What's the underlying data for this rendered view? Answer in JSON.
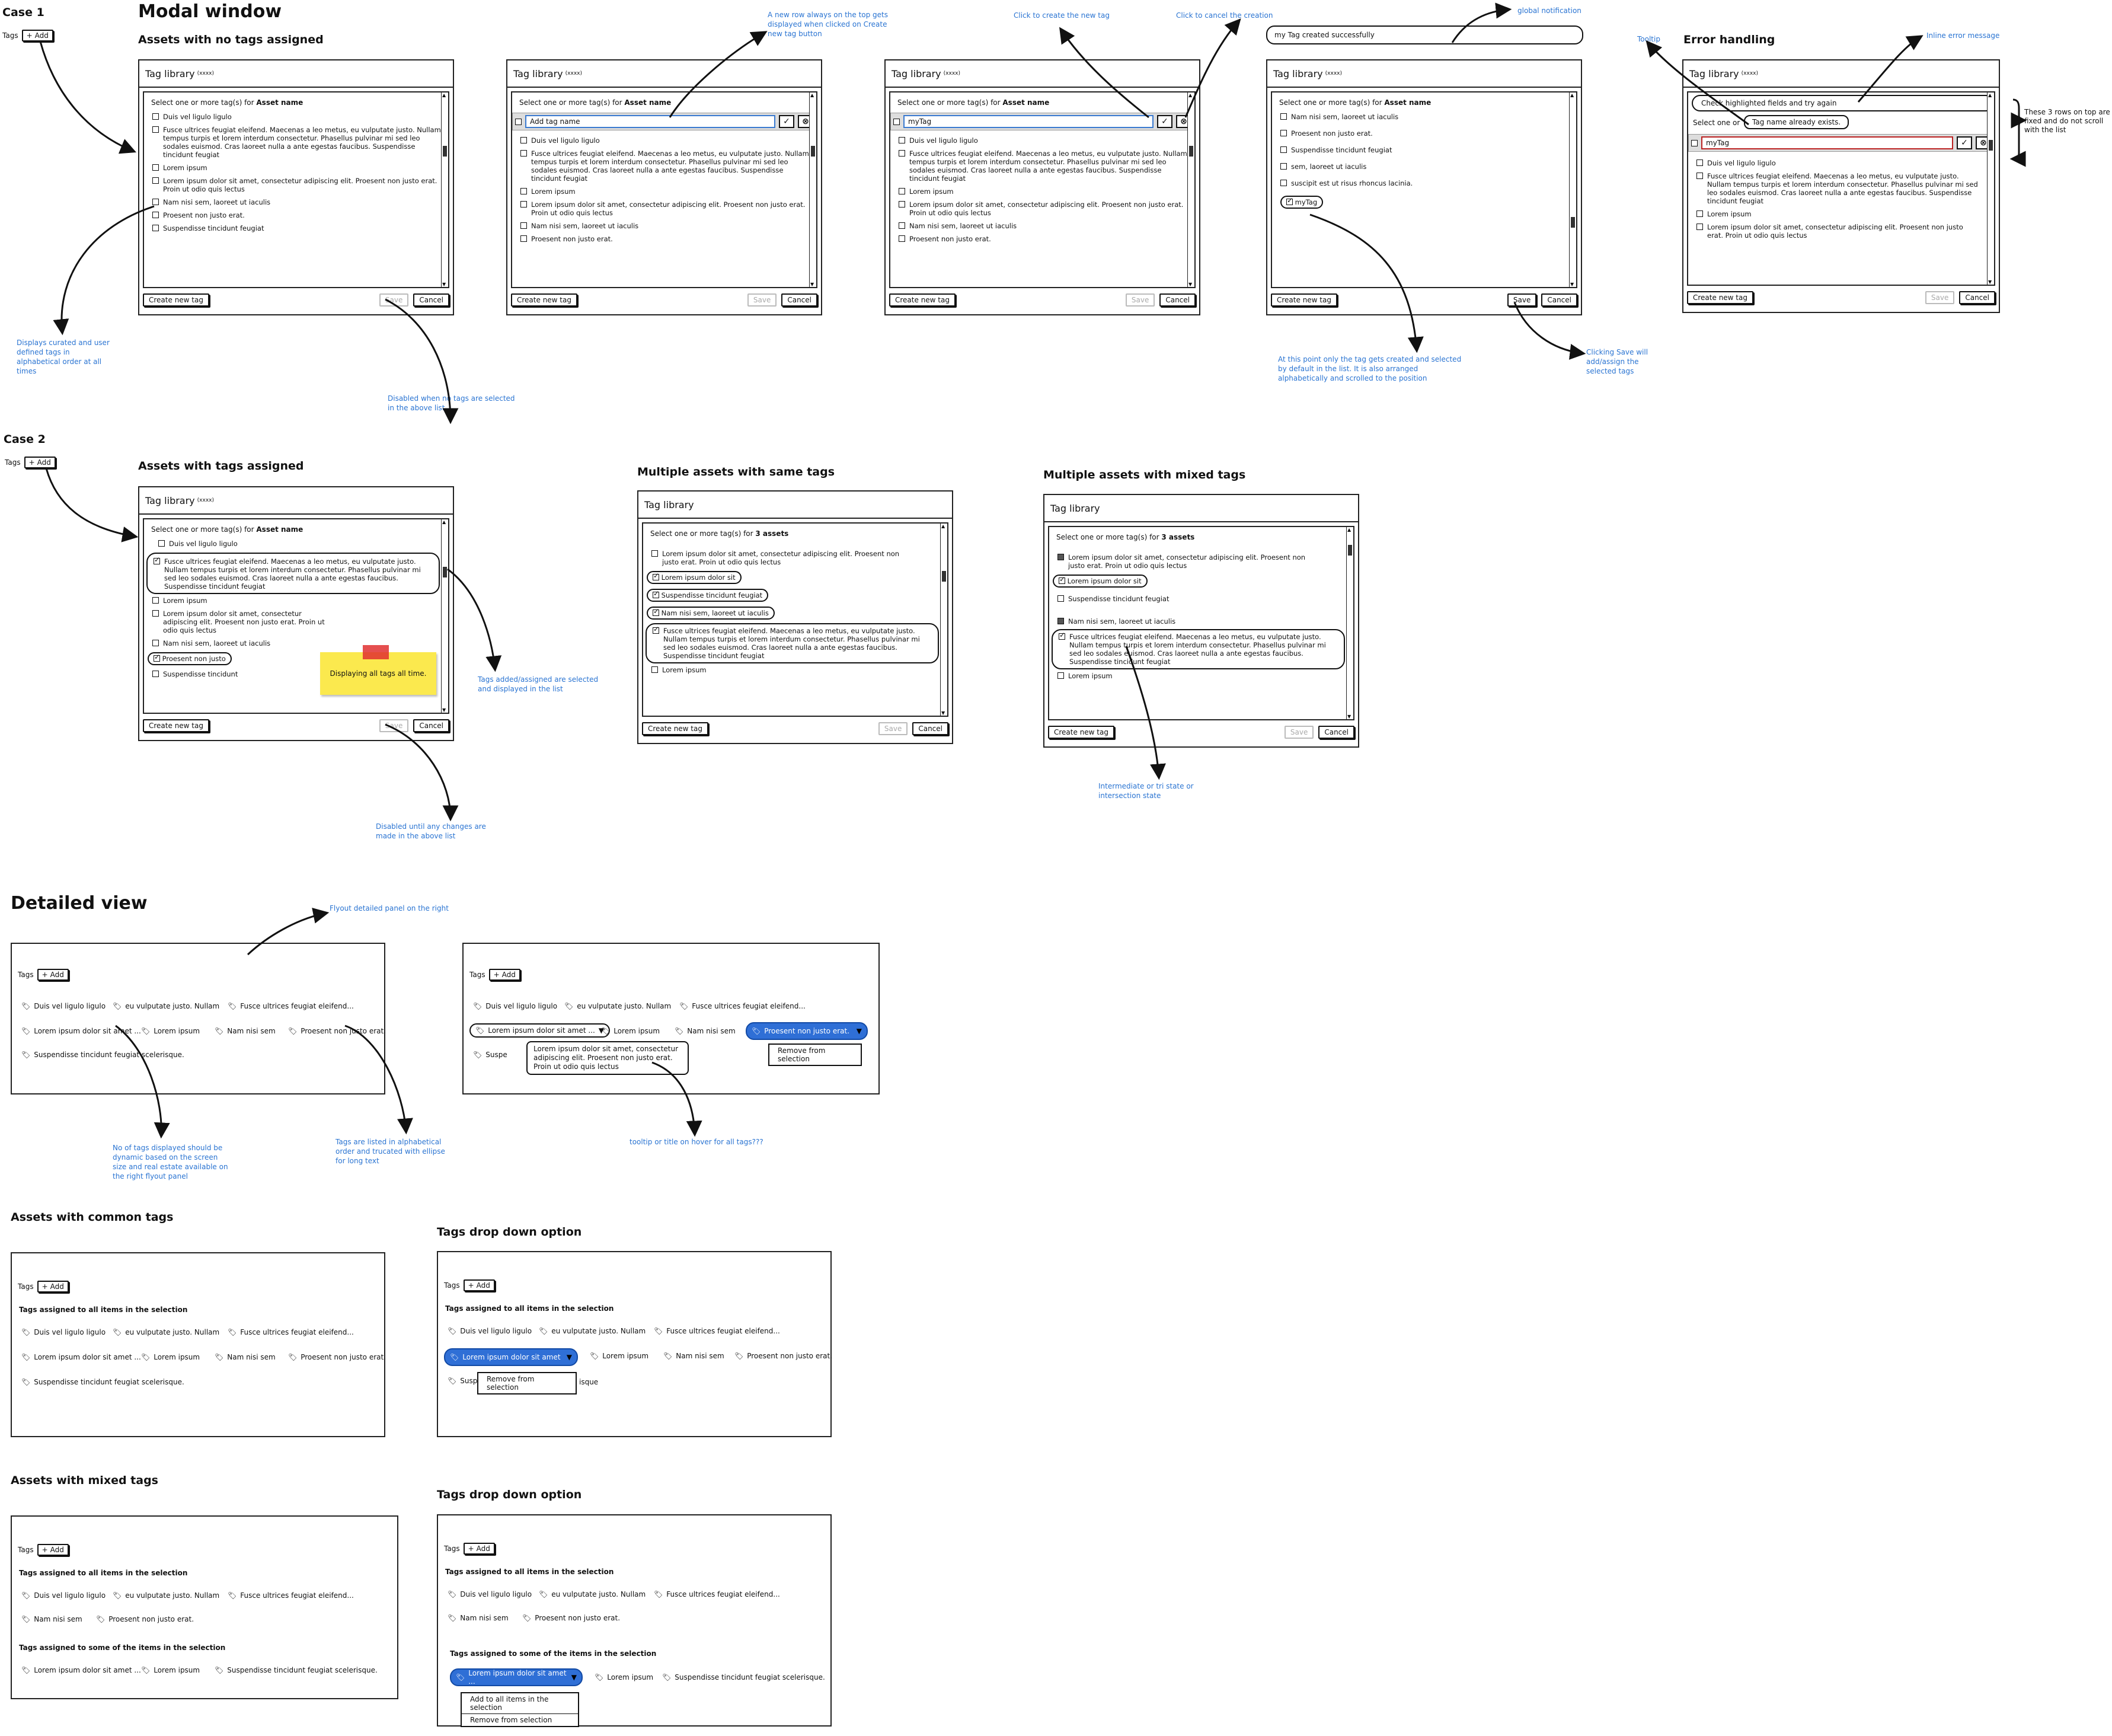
{
  "case1": {
    "label": "Case 1",
    "tags": "Tags",
    "add": "Add"
  },
  "case2": {
    "label": "Case 2",
    "tags": "Tags",
    "add": "Add"
  },
  "titles": {
    "modal_window": "Modal window",
    "assets_none": "Assets with no tags assigned",
    "error_handling": "Error handling",
    "assets_with": "Assets with tags assigned",
    "multi_same": "Multiple assets with same tags",
    "multi_mixed": "Multiple assets with mixed tags",
    "detailed_view": "Detailed view",
    "common_tags": "Assets with common tags",
    "dropdown1": "Tags drop down option",
    "mixed_tags": "Assets with mixed tags",
    "dropdown2": "Tags drop down option"
  },
  "modal": {
    "title": "Tag library",
    "small": "(xxxx)",
    "prompt_pre": "Select one or more tag(s) for ",
    "asset_name": "Asset name",
    "three_assets": "3 assets",
    "create": "Create new tag",
    "save": "Save",
    "cancel": "Cancel",
    "add_tag_placeholder": "Add tag name",
    "mytag": "myTag"
  },
  "items": {
    "duis": "Duis vel ligulo ligulo",
    "fusce": "Fusce ultrices feugiat eleifend. Maecenas a leo metus, eu vulputate justo. Nullam tempus turpis et lorem interdum consectetur. Phasellus pulvinar mi sed leo sodales euismod. Cras laoreet nulla a ante egestas faucibus. Suspendisse tincidunt feugiat",
    "lorem": "Lorem ipsum",
    "lorem_long": "Lorem ipsum dolor sit amet, consectetur adipiscing elit. Proesent non justo erat. Proin ut odio quis lectus",
    "nam": "Nam nisi sem, laoreet ut iaculis",
    "praesent": "Proesent non justo erat.",
    "suspendisse": "Suspendisse tincidunt feugiat",
    "suspendisse_short": "Suspendisse tincidunt",
    "praesent_short": "Proesent non justo",
    "sem": "sem, laoreet ut iaculis",
    "suscipit": "suscipit est ut risus rhoncus lacinia.",
    "lorem_dolor": "Lorem ipsum dolor sit"
  },
  "notes": {
    "displays": "Displays curated and user defined tags in alphabetical order at all times",
    "disabled_none": "Disabled when no tags are selected in the above list",
    "new_row": "A new row always on the top gets displayed when clicked on Create new tag button",
    "click_create": "Click to create the new tag",
    "click_cancel": "Click to cancel the creation",
    "global": "global notification",
    "at_this_point": "At this point only the tag gets created and selected by default in the list. It is also arranged alphabetically and scrolled to the position",
    "clicking_save": "Clicking Save will add/assign the selected tags",
    "tooltip": "Tooltip",
    "inline_error": "Inline error message",
    "fixed_rows": "These 3 rows on top are fixed and do not scroll with the list",
    "tags_added": "Tags added/assigned are selected and displayed in the list",
    "disabled_changes": "Disabled until any changes are made in the above list",
    "intermediate": "Intermediate or tri state or intersection state",
    "flyout": "Flyout detailed panel on the right",
    "num_tags": "No of tags displayed should be dynamic based on the screen size and real estate available on the right flyout panel",
    "tags_listed": "Tags are listed in alphabetical order and trucated with ellipse for long text",
    "tooltip_hover": "tooltip or title on hover for all tags???"
  },
  "toast": "my Tag created successfully",
  "error": {
    "banner": "Check highlighted fields and try again",
    "tooltip": "Tag name already exists.",
    "select_one_cut": "Select one or"
  },
  "sticky": "Displaying all tags all time.",
  "detail": {
    "tags": "Tags",
    "add": "Add",
    "chip_duis": "Duis vel ligulo ligulo",
    "chip_eu": "eu vulputate justo. Nullam",
    "chip_fusce": "Fusce ultrices feugiat eleifend...",
    "chip_lorem_trunc": "Lorem ipsum dolor sit amet ...",
    "chip_lorem": "Lorem ipsum",
    "chip_nam": "Nam nisi sem",
    "chip_praesent": "Proesent non justo erat.",
    "chip_susp": "Suspendisse tincidunt feugiat scelerisque.",
    "chip_susp_cut": "Suspe",
    "chip_susp_cut2": "Susp",
    "chip_isque": "isque",
    "tooltip": "Lorem ipsum dolor sit amet, consectetur adipiscing elit. Proesent non justo erat. Proin ut odio quis lectus",
    "remove": "Remove from selection",
    "add_all": "Add to all items in the selection",
    "assigned_all": "Tags assigned to all items in the selection",
    "assigned_some": "Tags assigned to some of the items in the selection",
    "dd_praesent": "Proesent non justo erat.",
    "dd_lorem": "Lorem ipsum dolor sit amet",
    "dd_amet": "Lorem ipsum dolor sit amet ..."
  }
}
